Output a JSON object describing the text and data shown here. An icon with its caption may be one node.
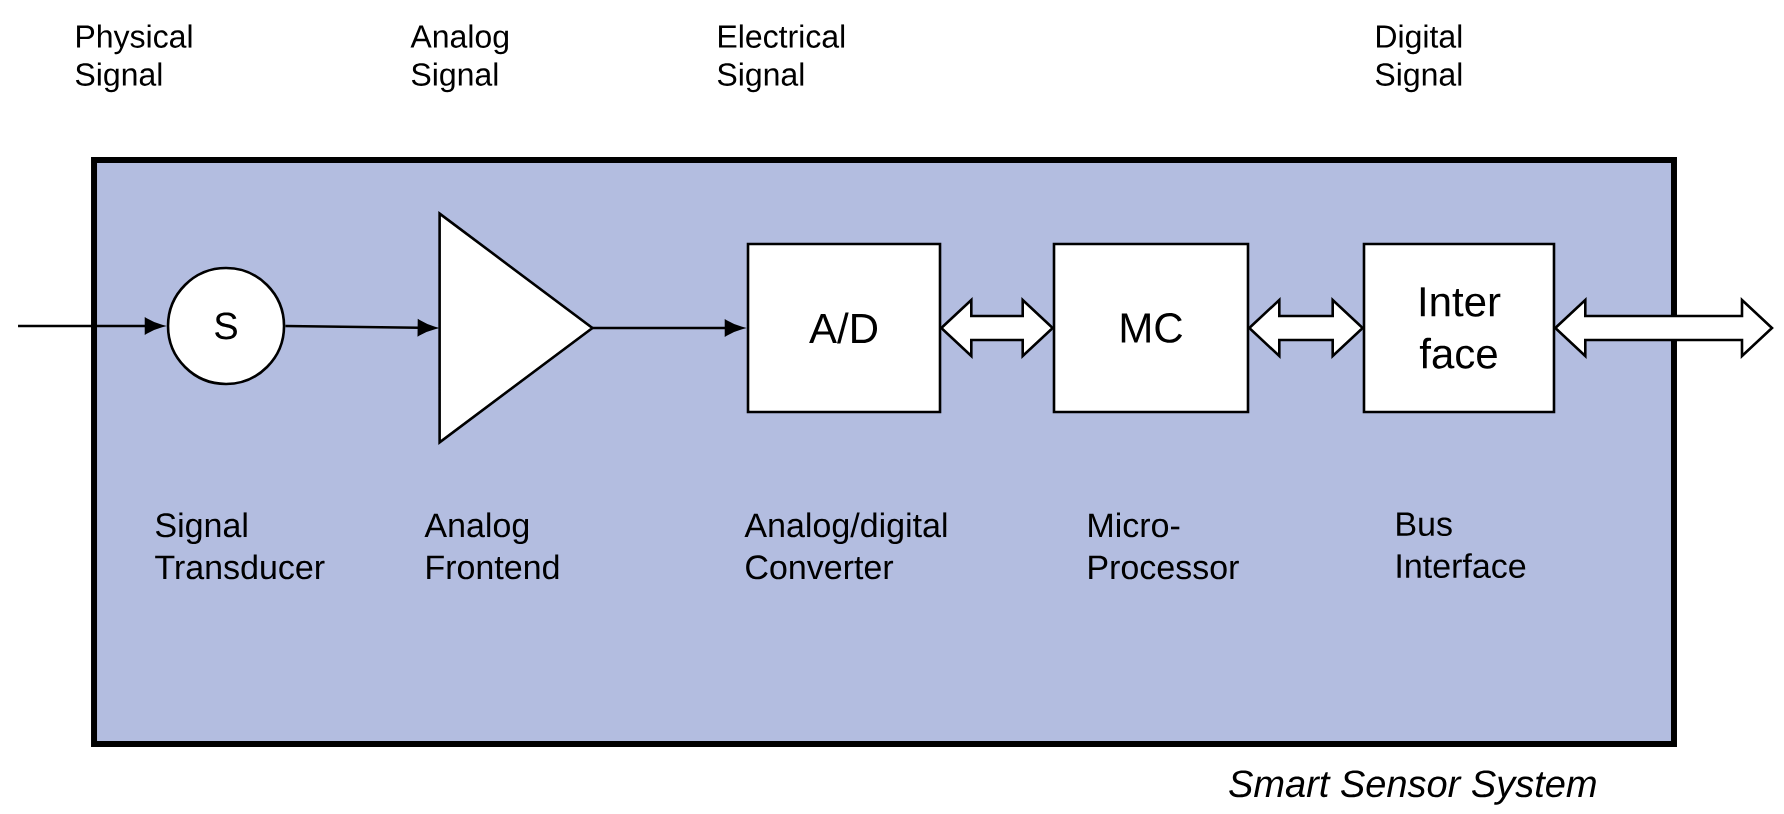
{
  "diagram": {
    "nodes": [
      {
        "text": [
          "Smart Sensor System"
        ]
      },
      {
        "text": [
          "S"
        ],
        "in": 0,
        "beside": [
          "Signal Transducer"
        ]
      },
      {
        "text": [],
        "shape": "triangle",
        "in": 0,
        "beside": [
          "Analog Frontend"
        ]
      },
      {
        "text": [
          "A/D"
        ],
        "in": 0,
        "beside": [
          "Analog/digital Converter"
        ]
      },
      {
        "text": [
          "MC"
        ],
        "in": 0,
        "beside": [
          "Micro- Processor"
        ]
      },
      {
        "text": [
          "Inter face"
        ],
        "in": 0,
        "beside": [
          "Bus Interface"
        ]
      }
    ],
    "edges": [
      {
        "from": null,
        "to": 1,
        "arrow": "to"
      },
      {
        "from": 1,
        "to": 2,
        "arrow": "to"
      },
      {
        "from": 2,
        "to": 3,
        "arrow": "to"
      },
      {
        "from": 3,
        "to": 4,
        "arrow": "both",
        "style": "thick"
      },
      {
        "from": 4,
        "to": 5,
        "arrow": "both",
        "style": "thick"
      },
      {
        "from": 5,
        "to": null,
        "arrow": "both",
        "style": "thick"
      }
    ],
    "labels": [
      "Physical Signal",
      "Analog Signal",
      "Electrical Signal",
      "Digital Signal"
    ]
  }
}
